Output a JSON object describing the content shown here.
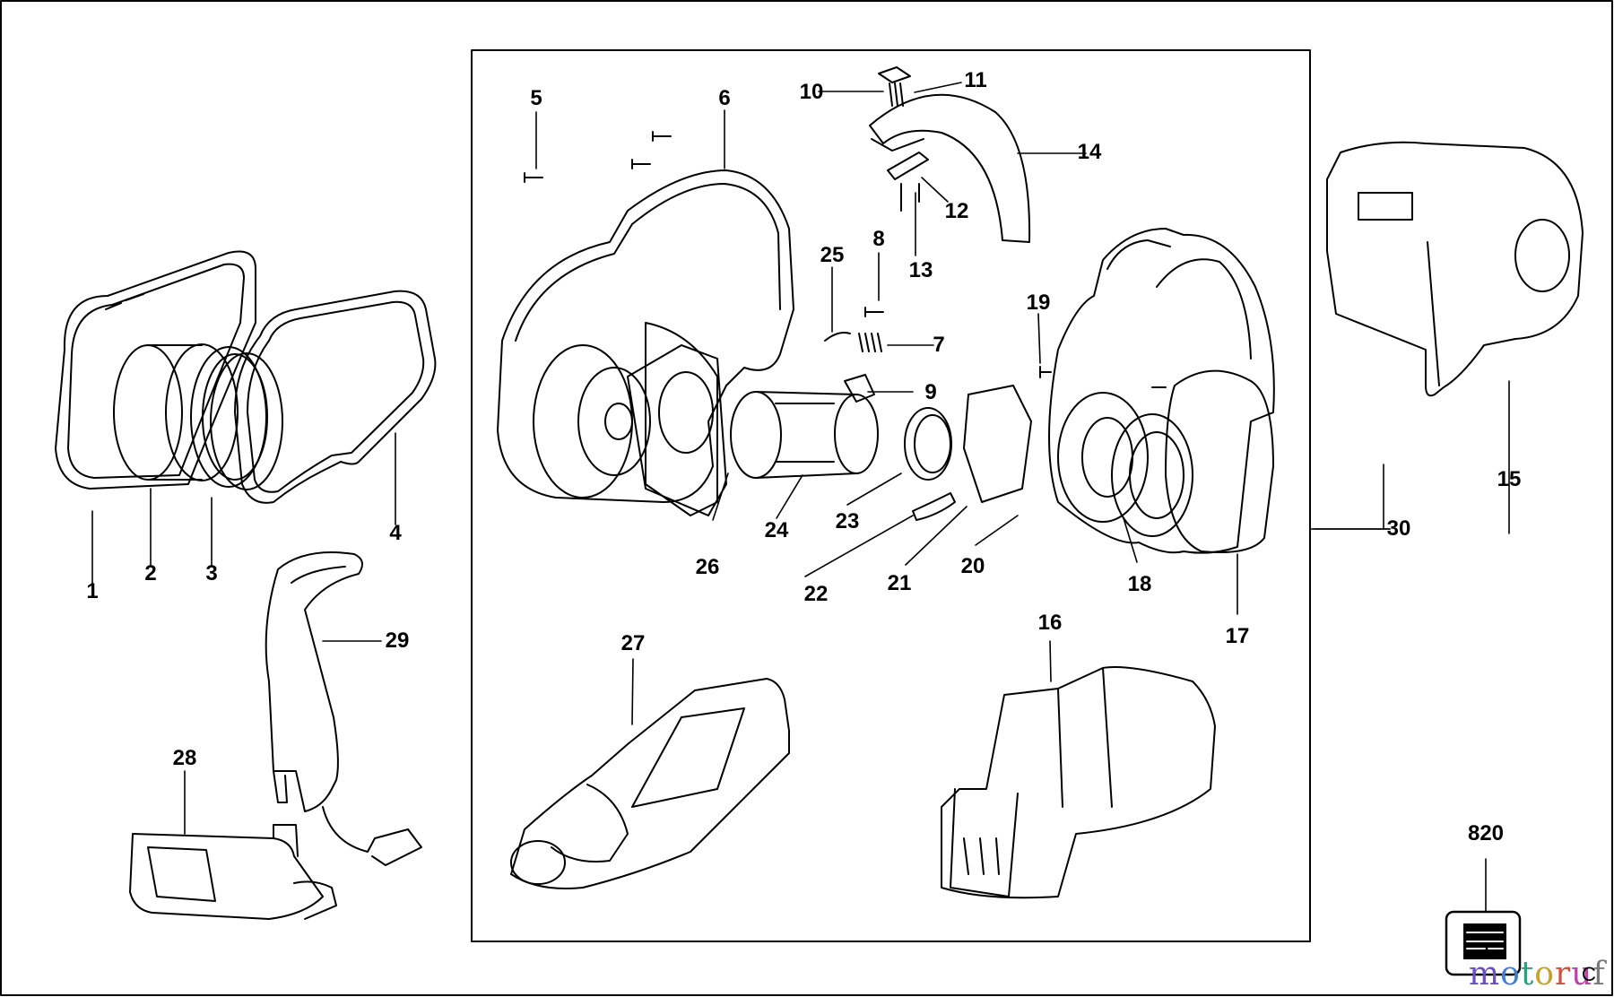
{
  "diagram": {
    "callouts": [
      "1",
      "2",
      "3",
      "4",
      "5",
      "6",
      "7",
      "8",
      "9",
      "10",
      "11",
      "12",
      "13",
      "14",
      "15",
      "16",
      "17",
      "18",
      "19",
      "20",
      "21",
      "22",
      "23",
      "24",
      "25",
      "26",
      "27",
      "28",
      "29",
      "30",
      "820"
    ],
    "watermark": "motoruf",
    "corner_mark": "C",
    "colors": {
      "line": "#000000",
      "fill": "#ffffff",
      "shade": "#9a9a9a"
    }
  }
}
